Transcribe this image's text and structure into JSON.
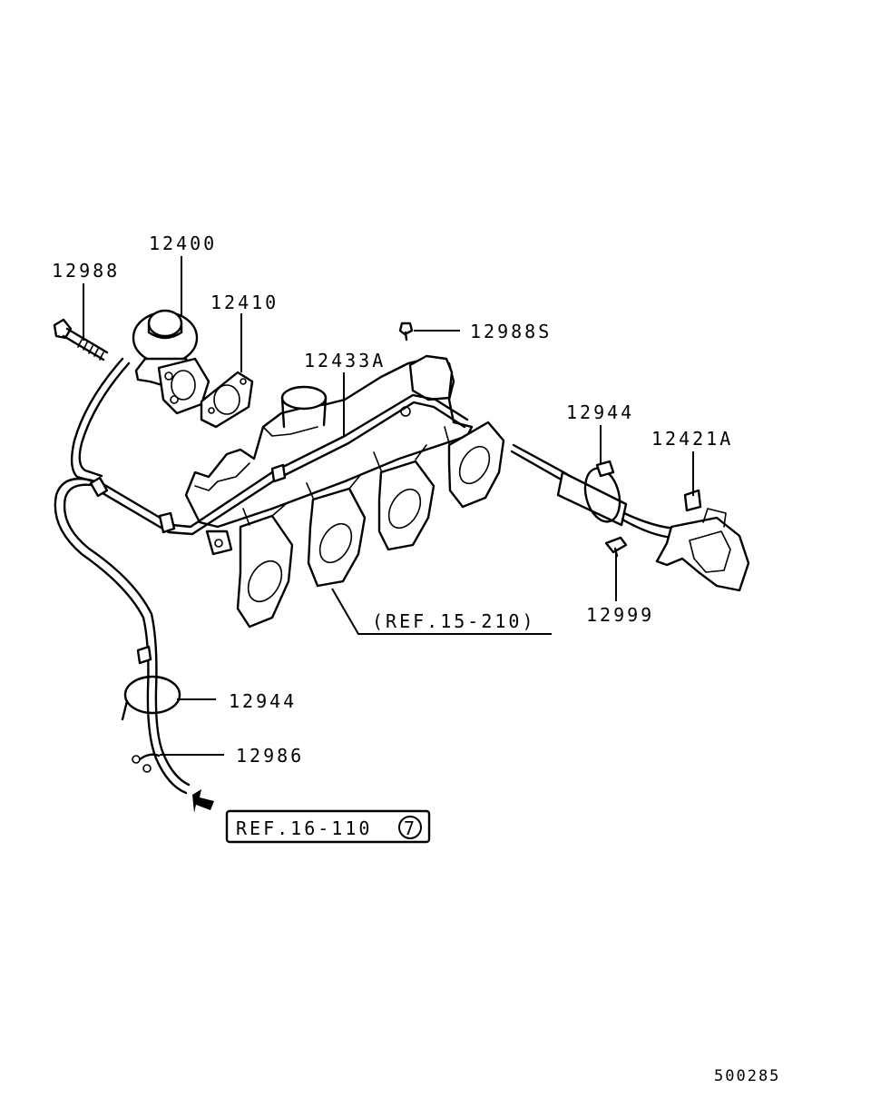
{
  "parts": {
    "egr_valve": "12400",
    "bolt": "12988",
    "gasket": "12410",
    "bolt_s": "12988S",
    "pipe": "12433A",
    "clamp_right": "12944",
    "solenoid": "12421A",
    "screw": "12999",
    "clamp_left": "12944",
    "clip": "12986"
  },
  "refs": {
    "manifold_ref": "(REF.15-210)",
    "hose_ref": "REF.16-110",
    "hose_ref_num": "7"
  },
  "diagram_code": "500285"
}
